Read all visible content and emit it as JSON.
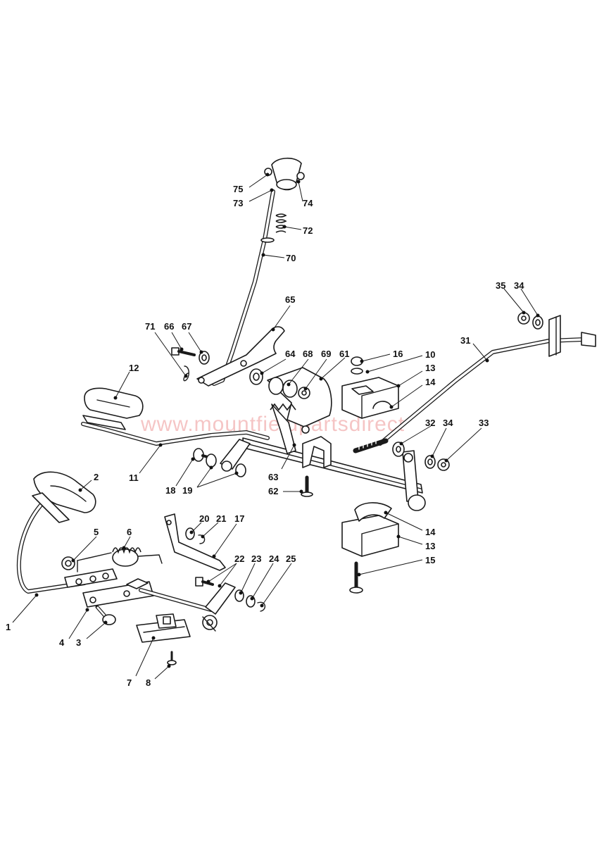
{
  "watermark": "www.mountfieldpartsdirect",
  "callouts": {
    "c1": "1",
    "c2": "2",
    "c3": "3",
    "c4": "4",
    "c5": "5",
    "c6": "6",
    "c7": "7",
    "c8": "8",
    "c10": "10",
    "c11": "11",
    "c12": "12",
    "c13a": "13",
    "c13b": "13",
    "c14a": "14",
    "c14b": "14",
    "c15": "15",
    "c16": "16",
    "c17": "17",
    "c18": "18",
    "c19": "19",
    "c20": "20",
    "c21": "21",
    "c22": "22",
    "c23": "23",
    "c24": "24",
    "c25": "25",
    "c31": "31",
    "c32": "32",
    "c33": "33",
    "c34a": "34",
    "c34b": "34",
    "c35": "35",
    "c61": "61",
    "c62": "62",
    "c63": "63",
    "c64": "64",
    "c65": "65",
    "c66": "66",
    "c67": "67",
    "c68": "68",
    "c69": "69",
    "c70": "70",
    "c71": "71",
    "c72": "72",
    "c73": "73",
    "c74": "74",
    "c75": "75"
  }
}
